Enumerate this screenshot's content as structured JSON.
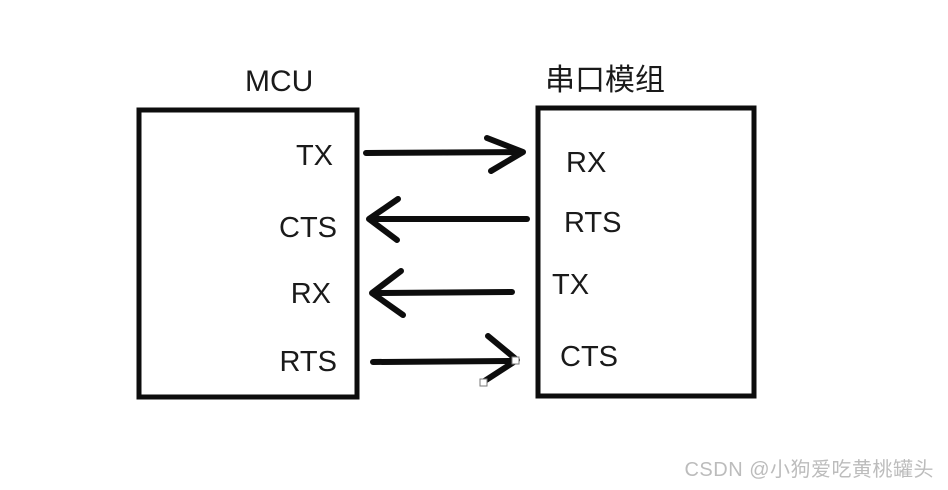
{
  "diagram": {
    "left_box": {
      "title": "MCU",
      "pins": [
        "TX",
        "CTS",
        "RX",
        "RTS"
      ]
    },
    "right_box": {
      "title": "串口模组",
      "pins": [
        "RX",
        "RTS",
        "TX",
        "CTS"
      ]
    },
    "connections": [
      {
        "from": "MCU.TX",
        "to": "串口模组.RX",
        "direction": "right"
      },
      {
        "from": "串口模组.RTS",
        "to": "MCU.CTS",
        "direction": "left"
      },
      {
        "from": "串口模组.TX",
        "to": "MCU.RX",
        "direction": "left"
      },
      {
        "from": "MCU.RTS",
        "to": "串口模组.CTS",
        "direction": "right"
      }
    ],
    "line_color": "#0d0d0d"
  },
  "watermark": {
    "text": "CSDN @小狗爱吃黄桃罐头",
    "color": "#bcbcbc"
  }
}
